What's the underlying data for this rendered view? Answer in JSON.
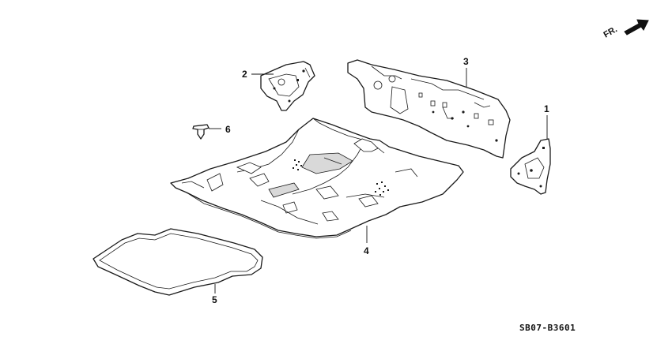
{
  "callouts": [
    {
      "id": "part-1",
      "label": "1"
    },
    {
      "id": "part-2",
      "label": "2"
    },
    {
      "id": "part-3",
      "label": "3"
    },
    {
      "id": "part-4",
      "label": "4"
    },
    {
      "id": "part-5",
      "label": "5"
    },
    {
      "id": "part-6",
      "label": "6"
    }
  ],
  "direction_label": "FR.",
  "diagram_code": "SB07-B3601",
  "icons": {
    "direction_arrow": "front-direction-arrow-icon"
  },
  "colors": {
    "line": "#1a1a1a",
    "background": "#ffffff"
  }
}
